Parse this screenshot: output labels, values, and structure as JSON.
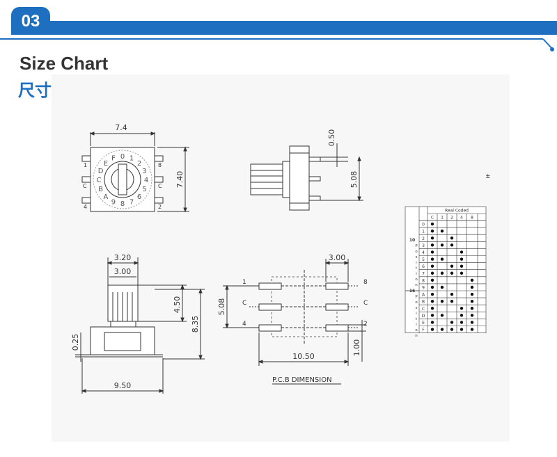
{
  "section": {
    "number": "03",
    "accent_color": "#1f6fc0"
  },
  "title": {
    "english": "Size Chart",
    "chinese": "尺寸图"
  },
  "top_view": {
    "dim_width": "7.4",
    "dim_height": "7.40",
    "pin_labels": [
      "1",
      "8",
      "C",
      "C",
      "4",
      "2"
    ],
    "dial_digits": "0123456789ABCDEF"
  },
  "side_view": {
    "dim_top": "0.50",
    "dim_height": "5.08"
  },
  "front_view": {
    "dim_knob_outer": "3.20",
    "dim_knob_inner": "3.00",
    "dim_knob_height": "4.50",
    "dim_total_height": "8.35",
    "dim_pin": "0.25",
    "dim_body_width": "9.50"
  },
  "pcb": {
    "dim_spacing": "3.00",
    "dim_vertical": "5.08",
    "dim_width": "10.50",
    "dim_pad": "1.00",
    "left_labels": [
      "1",
      "C",
      "4"
    ],
    "right_labels": [
      "8",
      "C",
      "2"
    ],
    "caption": "P.C.B  DIMENSION"
  },
  "plus_minus": "±",
  "truth_table": {
    "header": "Real Coded",
    "columns": [
      "C",
      "1",
      "2",
      "4",
      "8"
    ],
    "group_10": {
      "count": "10",
      "letters": [
        "P",
        "o",
        "s",
        "i",
        "t",
        "i",
        "o",
        "n"
      ]
    },
    "group_16": {
      "count": "16",
      "letters": [
        "P",
        "o",
        "s",
        "i",
        "t",
        "i",
        "o",
        "n"
      ]
    },
    "rows": [
      {
        "pos": "0",
        "dots": [
          1,
          0,
          0,
          0,
          0
        ]
      },
      {
        "pos": "1",
        "dots": [
          1,
          1,
          0,
          0,
          0
        ]
      },
      {
        "pos": "2",
        "dots": [
          1,
          0,
          1,
          0,
          0
        ]
      },
      {
        "pos": "3",
        "dots": [
          1,
          1,
          1,
          0,
          0
        ]
      },
      {
        "pos": "4",
        "dots": [
          1,
          0,
          0,
          1,
          0
        ]
      },
      {
        "pos": "5",
        "dots": [
          1,
          1,
          0,
          1,
          0
        ]
      },
      {
        "pos": "6",
        "dots": [
          1,
          0,
          1,
          1,
          0
        ]
      },
      {
        "pos": "7",
        "dots": [
          1,
          1,
          1,
          1,
          0
        ]
      },
      {
        "pos": "8",
        "dots": [
          1,
          0,
          0,
          0,
          1
        ]
      },
      {
        "pos": "9",
        "dots": [
          1,
          1,
          0,
          0,
          1
        ]
      },
      {
        "pos": "A",
        "dots": [
          1,
          0,
          1,
          0,
          1
        ]
      },
      {
        "pos": "B",
        "dots": [
          1,
          1,
          1,
          0,
          1
        ]
      },
      {
        "pos": "C",
        "dots": [
          1,
          0,
          0,
          1,
          1
        ]
      },
      {
        "pos": "D",
        "dots": [
          1,
          1,
          0,
          1,
          1
        ]
      },
      {
        "pos": "E",
        "dots": [
          1,
          0,
          1,
          1,
          1
        ]
      },
      {
        "pos": "F",
        "dots": [
          1,
          1,
          1,
          1,
          1
        ]
      }
    ]
  }
}
